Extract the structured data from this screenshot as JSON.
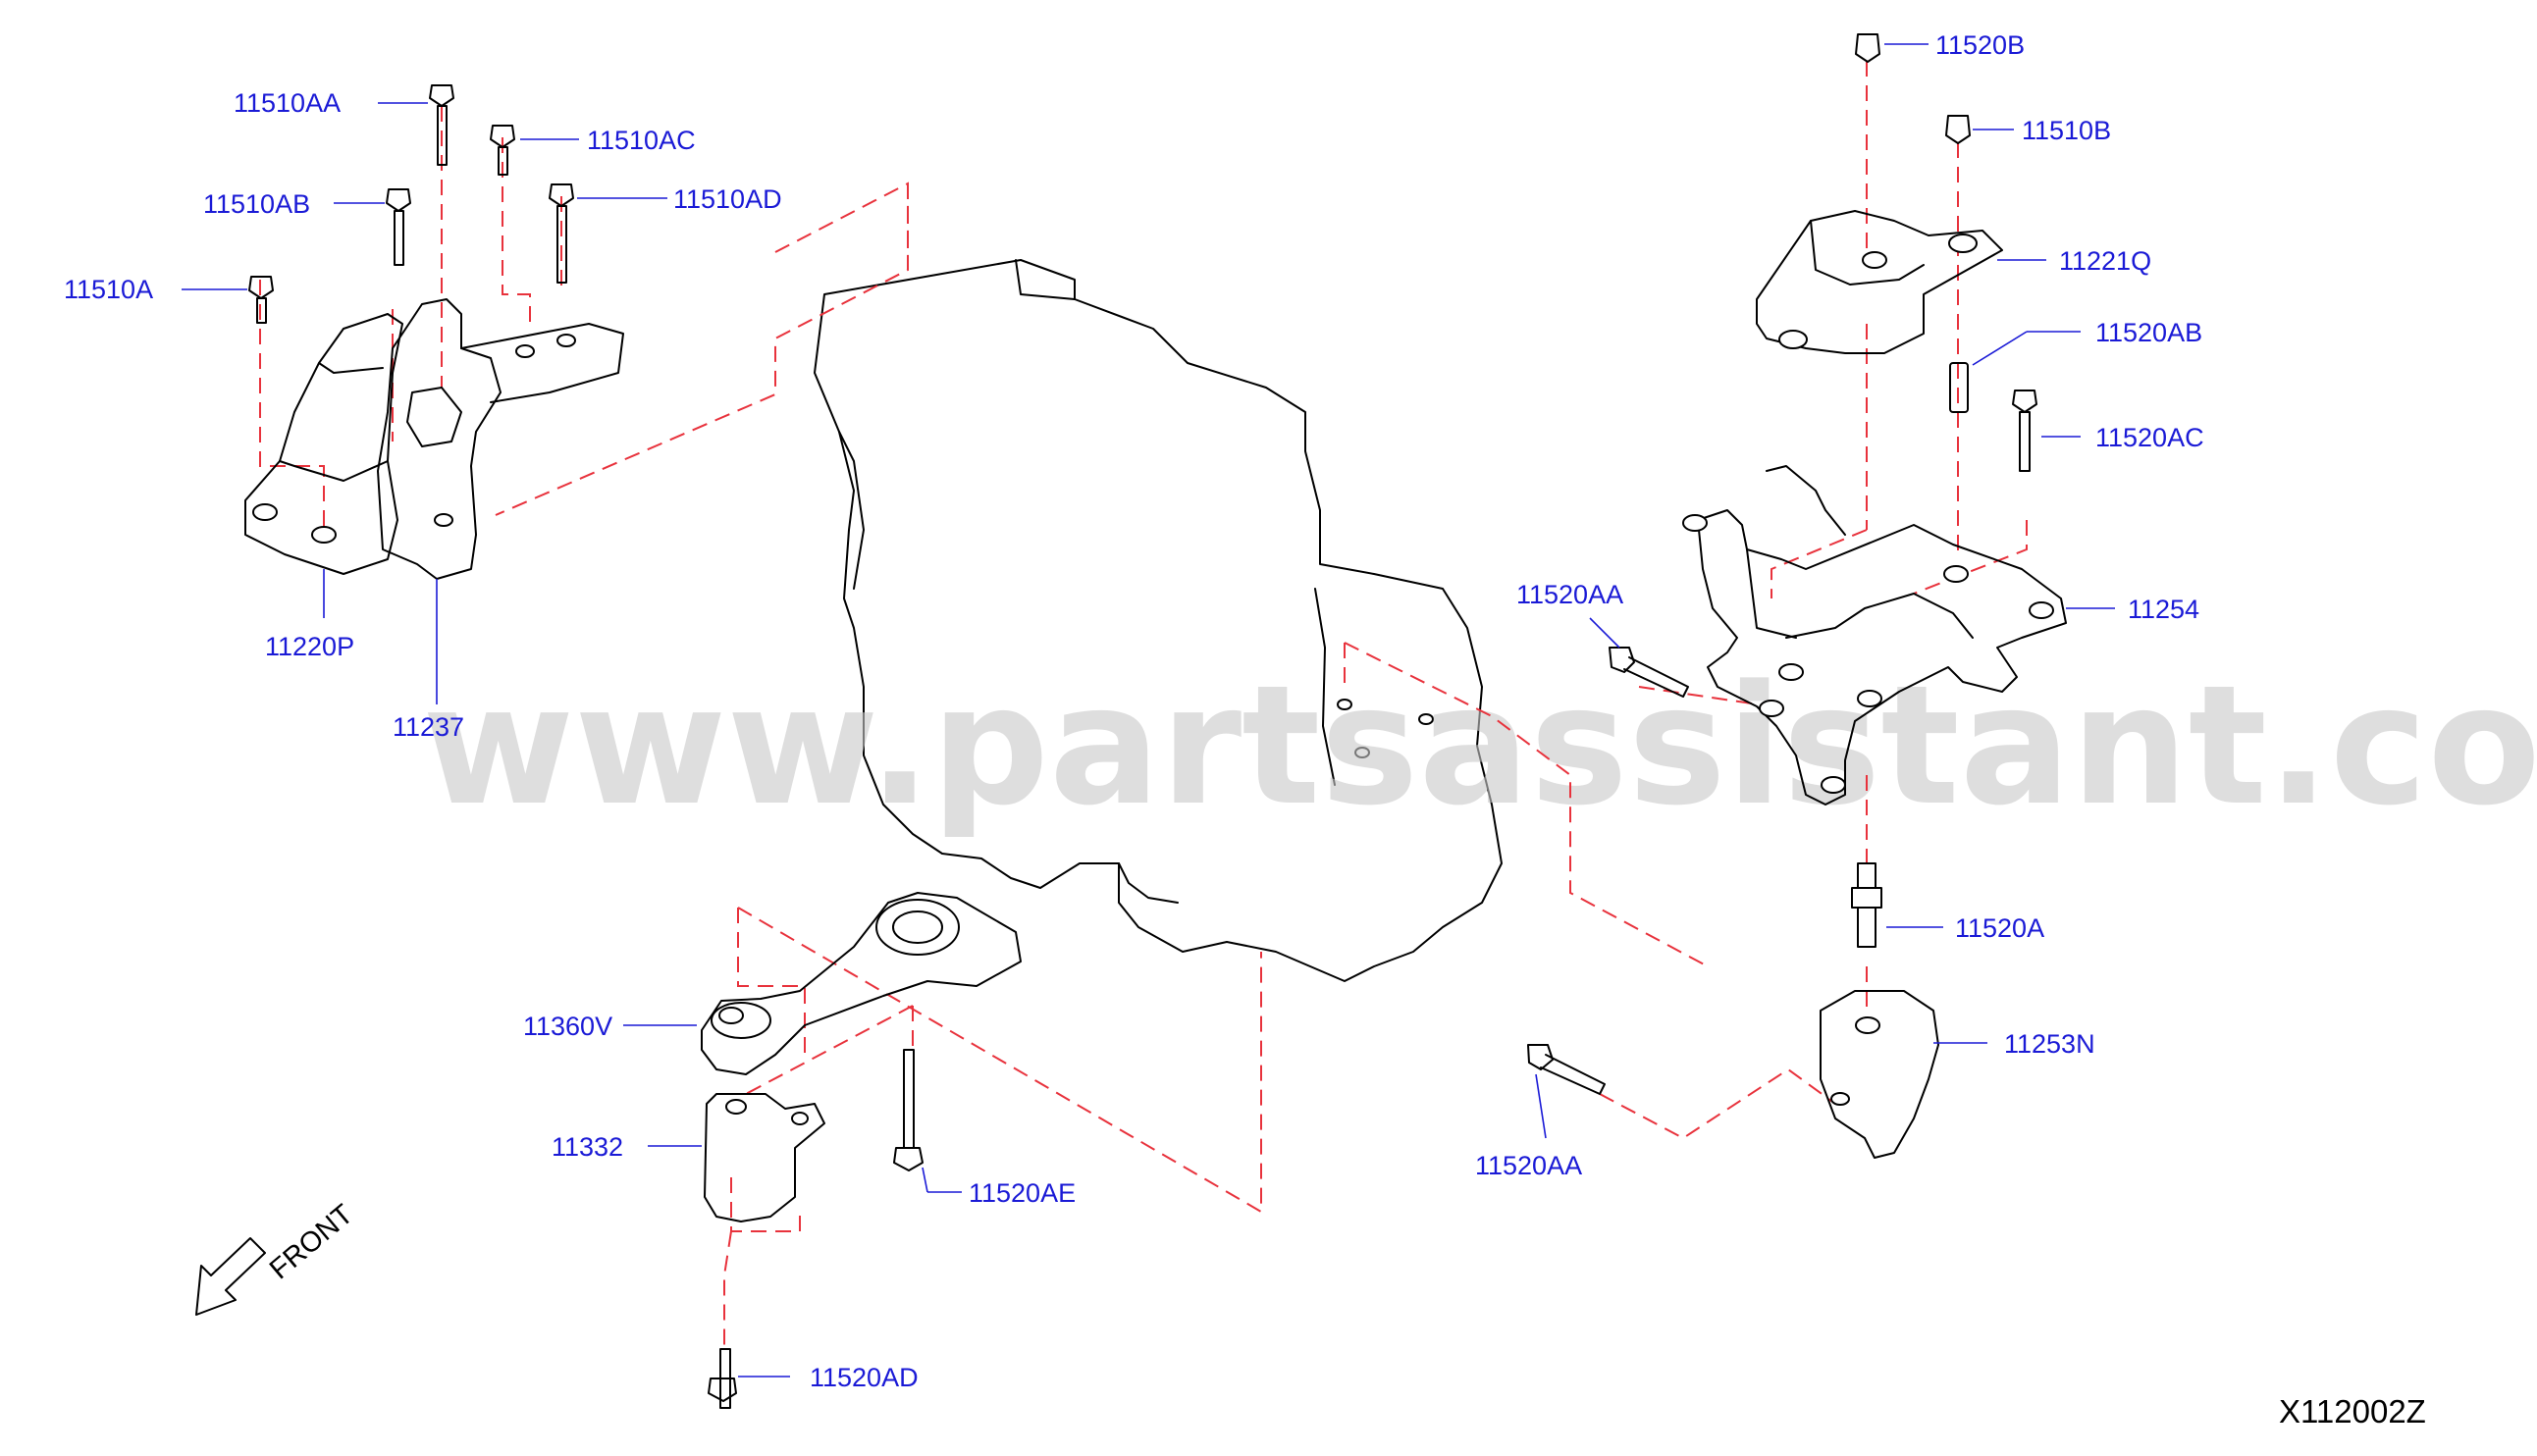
{
  "watermark": "www.partsassistant.com",
  "diagram_code": "X112002Z",
  "front_label": "FRONT",
  "parts": {
    "p11510AA": "11510AA",
    "p11510AC": "11510AC",
    "p11510AB": "11510AB",
    "p11510AD": "11510AD",
    "p11510A": "11510A",
    "p11220P": "11220P",
    "p11237": "11237",
    "p11520B": "11520B",
    "p11510B": "11510B",
    "p11221Q": "11221Q",
    "p11520AB": "11520AB",
    "p11520AC": "11520AC",
    "p11254": "11254",
    "p11520AA_top": "11520AA",
    "p11520A": "11520A",
    "p11253N": "11253N",
    "p11520AA_bottom": "11520AA",
    "p11360V": "11360V",
    "p11332": "11332",
    "p11520AE": "11520AE",
    "p11520AD": "11520AD"
  },
  "colors": {
    "label": "#1a1ad6",
    "dash": "#e8323c",
    "line": "#000000",
    "watermark": "#c9c9c9"
  }
}
